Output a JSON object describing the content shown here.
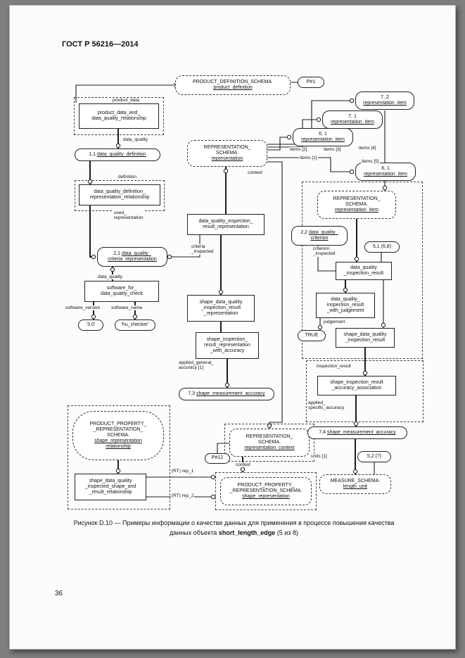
{
  "meta": {
    "header": "ГОСТ Р 56216—2014",
    "page_number": "36"
  },
  "caption": {
    "line1": "Рисунок D.10 — Примеры информации о качестве данных для применения в процессе повышения качества",
    "line2_prefix": "данных объекта ",
    "line2_bold": "short_length_edge",
    "line2_suffix": " (5 из 8)"
  },
  "nodes": {
    "pds": {
      "t": "PRODUCT_DEFINITION_SCHEMA.\n",
      "u": "product_definition"
    },
    "p1": {
      "t": "P#1"
    },
    "pdrel": {
      "t": "product_data_and_\ndata_quality_relationship"
    },
    "dqd": {
      "t": "1,1 ",
      "u": "data_quality_definition"
    },
    "dqdrr": {
      "t": "data_quality_definition_\nrepresentation_relationship"
    },
    "rs1": {
      "t": "REPRESENTATION_\nSCHEMA.\n",
      "u": "representation"
    },
    "ri72": {
      "t": "7, 2\n",
      "u": "representation_item"
    },
    "ri71": {
      "t": "7, 1\n",
      "u": "representation_item"
    },
    "ri61": {
      "t": "6, 1\n",
      "u": "representation_item"
    },
    "ri81": {
      "t": "8, 1\n",
      "u": "representation_item"
    },
    "rs2": {
      "t": "REPRESENTATION_\nSCHEMA.\n",
      "u": "representation_item"
    },
    "dqc": {
      "t": "2,2 ",
      "u": "data_quality_\ncriterion"
    },
    "n518": {
      "t": "5,1 (6,8)"
    },
    "dqir": {
      "t": "data_quality\n_inspection_result"
    },
    "dqirwj": {
      "t": "data_quality_\ninspection_result\n_with_judgement"
    },
    "true_val": {
      "t": "TRUE"
    },
    "sdqir": {
      "t": "shape_data_quality\n_inspection_result"
    },
    "dqirr": {
      "t": "data_quality_inspection_\nresult_representation"
    },
    "dqcr": {
      "t": "2,1 ",
      "u": "data_quality_\ncriteria_representation"
    },
    "sw": {
      "t": "software_for_\ndata_quality_check"
    },
    "v30": {
      "t": "'3.0'"
    },
    "huch": {
      "t": "'hu_checker'"
    },
    "sdqirr": {
      "t": "shape_data_quality\n_inspection_result\n_representation"
    },
    "sirrwa": {
      "t": "shape_inspection_\nresult_representation\n_with_accuracy"
    },
    "sma73": {
      "t": "7,3 ",
      "u": "shape_measurement_accuracy"
    },
    "pprs1": {
      "t": "PRODUCT_PROPERTY_\n_REPRESENTATION_\nSCHEMA.\n",
      "u": "shape_representation\nrelationship"
    },
    "sdqisr": {
      "t": "shape_data_quality\n_inspected_shape_and\n_result_relationship"
    },
    "rs3": {
      "t": "REPRESENTATION_\nSCHEMA.\n",
      "u": "representation_context"
    },
    "p12": {
      "t": "P#12"
    },
    "sira": {
      "t": "shape_inspection_result\n_accuracy_association"
    },
    "sma74": {
      "t": "7,4 ",
      "u": "shape_measurement_accuracy"
    },
    "n527": {
      "t": "5,2 (7)"
    },
    "pprs2": {
      "t": "PRODUCT_PROPERTY_\n_REPRESENTATION_SCHEMA.\n",
      "u": "shape_representation"
    },
    "ms": {
      "t": "MEASURE_SCHEMA.\n",
      "u": "length_unit"
    }
  },
  "labels": {
    "product_data": "product_data",
    "data_quality_top": "data_quality",
    "definition": "definition",
    "used_representation": "used_\nrepresentation",
    "context_top": "context",
    "items2": "items [2]",
    "items3": "items [3]",
    "items4": "items [4]",
    "items1": "items [1]",
    "items5": "items [5]",
    "criteria_inspected": "criteria\n_inspected",
    "criterion_inspected": "criterion\n_inspected",
    "data_quality_sw": "data_quality",
    "software_version": "software_version",
    "software_name": "software_name",
    "judgement": "judgement",
    "applied_general": "applied_general_\naccuracy [1]",
    "inspection_result": "inspection_result",
    "applied_specific": "applied_\nspecific_accuracy",
    "units": "units [1]",
    "context_bottom": "context",
    "rt_rep1": "(RT) rep_1",
    "rt_rep2": "(RT) rep_2"
  }
}
